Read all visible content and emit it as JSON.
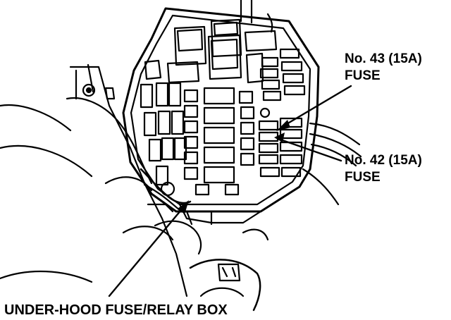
{
  "callouts": {
    "fuse43": {
      "line1": "No. 43 (15A)",
      "line2": "FUSE"
    },
    "fuse42": {
      "line1": "No. 42 (15A)",
      "line2": "FUSE"
    },
    "box": {
      "label": "UNDER-HOOD FUSE/RELAY BOX"
    }
  },
  "colors": {
    "ink": "#000000",
    "paper": "#ffffff"
  }
}
